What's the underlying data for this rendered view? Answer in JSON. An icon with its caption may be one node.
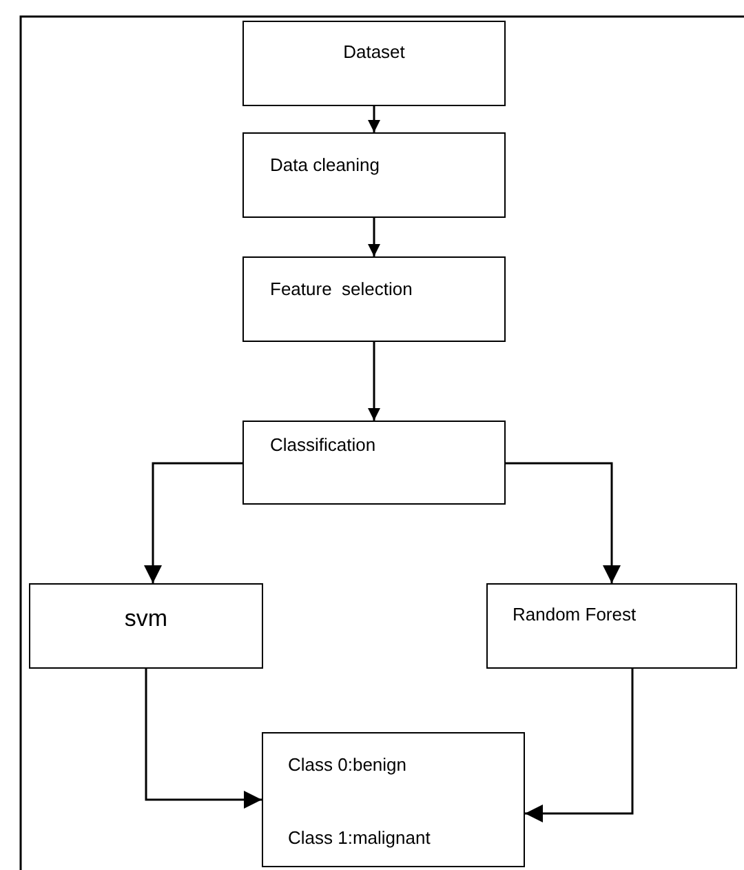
{
  "diagram": {
    "nodes": [
      {
        "text": [
          "Dataset"
        ]
      },
      {
        "text": [
          "Data cleaning"
        ]
      },
      {
        "text": [
          "Feature  selection"
        ]
      },
      {
        "text": [
          "Classification"
        ]
      },
      {
        "text": [
          "svm"
        ]
      },
      {
        "text": [
          "Random Forest"
        ]
      },
      {
        "text": [
          "Class 0:benign",
          "Class 1:malignant"
        ]
      }
    ],
    "edges": [
      {
        "from": 0,
        "to": 1,
        "arrow": "to"
      },
      {
        "from": 1,
        "to": 2,
        "arrow": "to"
      },
      {
        "from": 2,
        "to": 3,
        "arrow": "to"
      },
      {
        "from": 3,
        "to": 4,
        "arrow": "to"
      },
      {
        "from": 3,
        "to": 5,
        "arrow": "to"
      },
      {
        "from": 4,
        "to": 6,
        "arrow": "to"
      },
      {
        "from": 5,
        "to": 6,
        "arrow": "to"
      }
    ]
  }
}
